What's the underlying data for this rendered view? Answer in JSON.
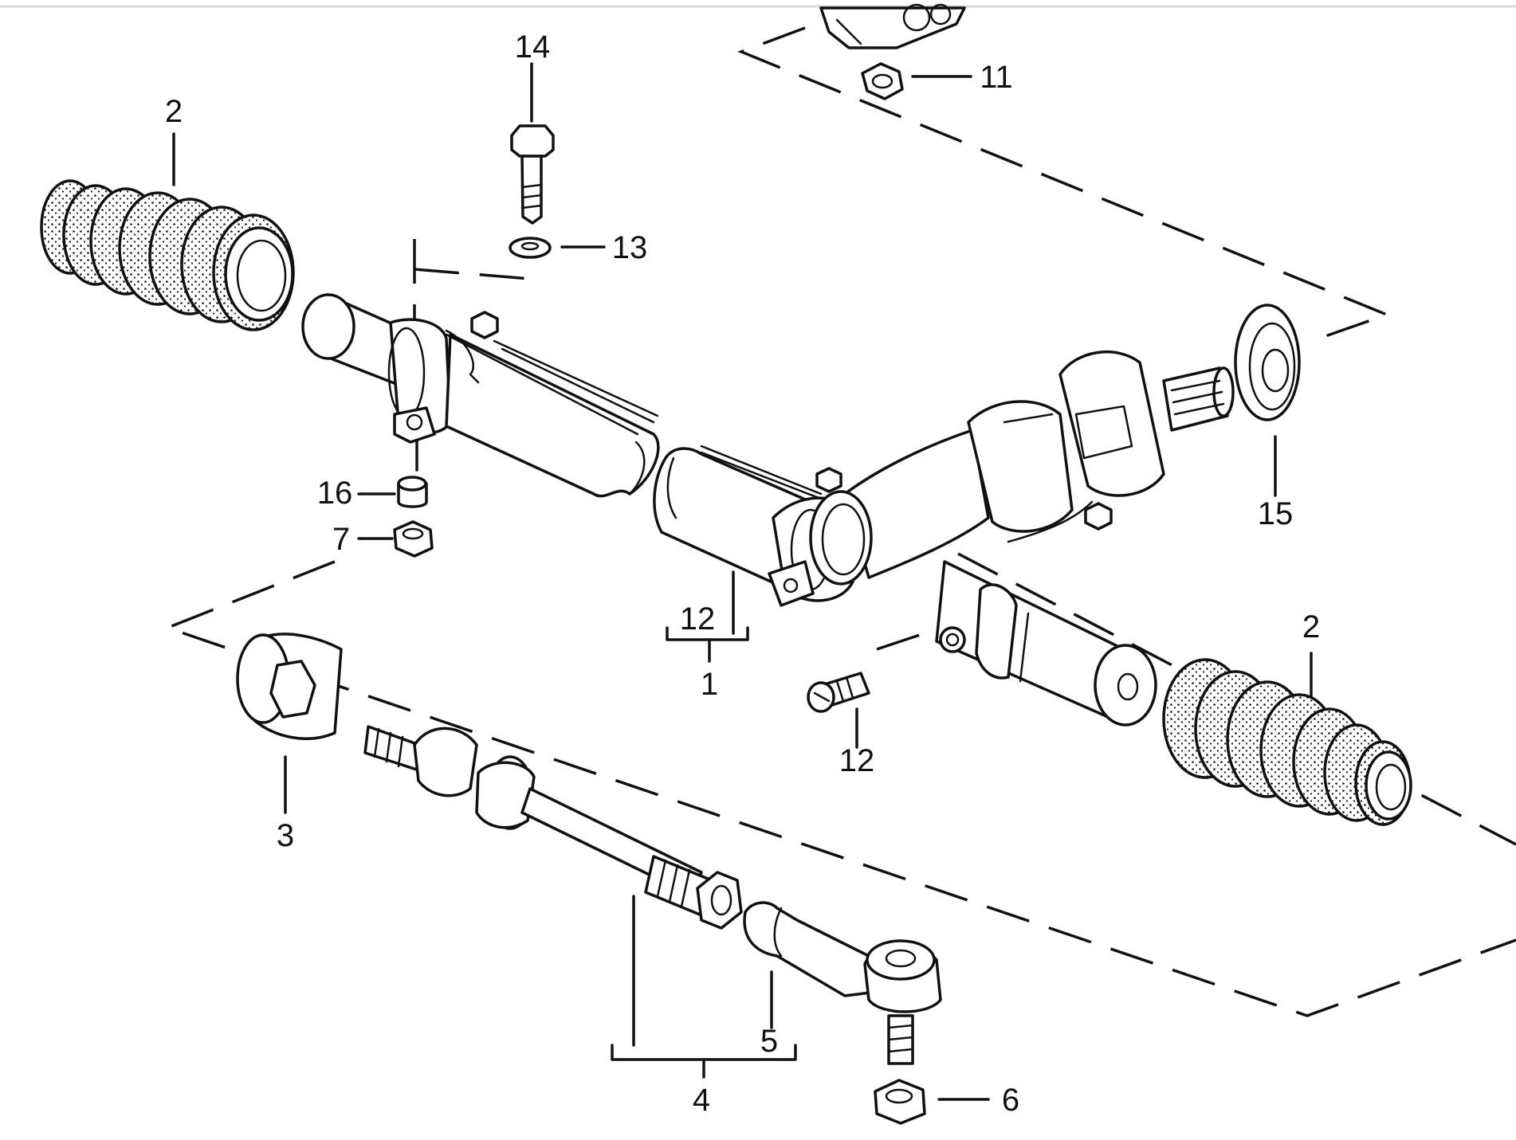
{
  "labels": {
    "l1": "1",
    "l2a": "2",
    "l2b": "2",
    "l3": "3",
    "l4": "4",
    "l5": "5",
    "l6": "6",
    "l7": "7",
    "l11": "11",
    "l12a": "12",
    "l12b": "12",
    "l13": "13",
    "l14": "14",
    "l15": "15",
    "l16": "16"
  },
  "parts": [
    "steering-gear",
    "bellows",
    "lock-ring",
    "tie-rod",
    "tie-rod-end",
    "hex-nut",
    "self-locking-nut",
    "lock-nut",
    "screw",
    "washer",
    "bolt",
    "seal",
    "bushing"
  ],
  "colors": {
    "ink": "#111111",
    "paper": "#ffffff"
  }
}
